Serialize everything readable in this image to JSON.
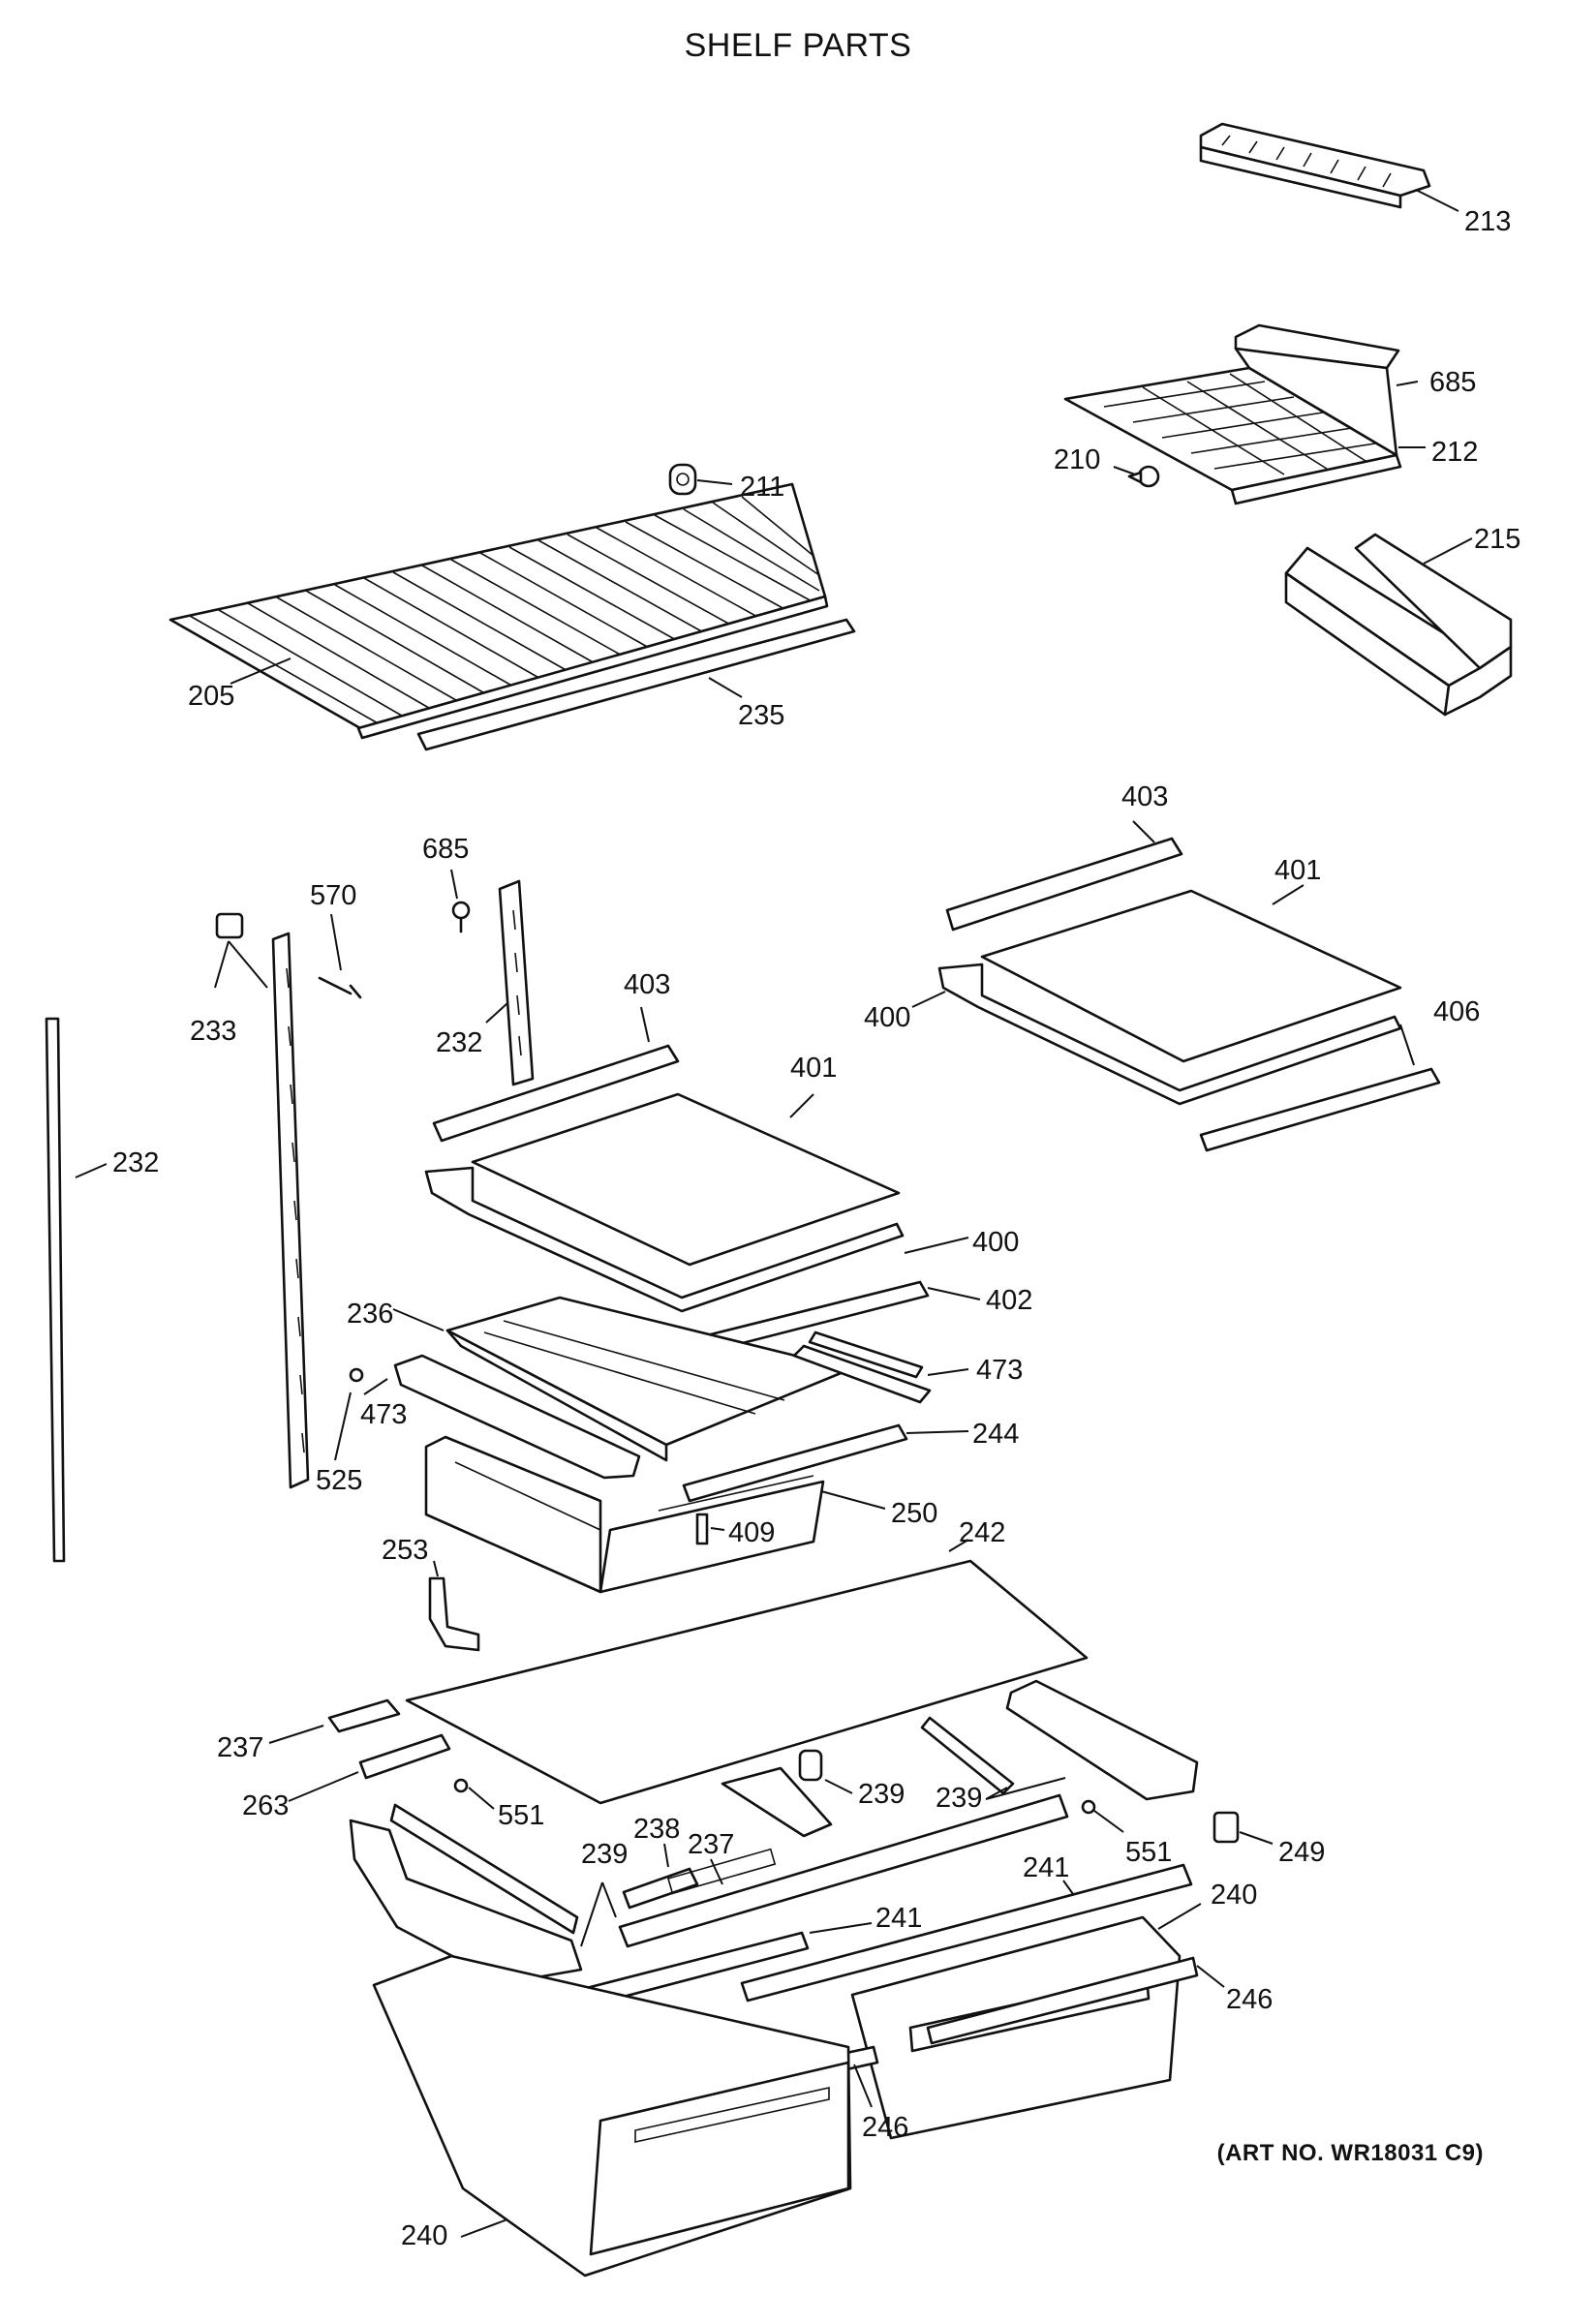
{
  "title": "SHELF PARTS",
  "art_number": "(ART NO. WR18031 C9)",
  "callouts": [
    {
      "id": "c213",
      "text": "213"
    },
    {
      "id": "c685a",
      "text": "685"
    },
    {
      "id": "c212",
      "text": "212"
    },
    {
      "id": "c210",
      "text": "210"
    },
    {
      "id": "c211",
      "text": "211"
    },
    {
      "id": "c215",
      "text": "215"
    },
    {
      "id": "c205",
      "text": "205"
    },
    {
      "id": "c235",
      "text": "235"
    },
    {
      "id": "c403a",
      "text": "403"
    },
    {
      "id": "c401a",
      "text": "401"
    },
    {
      "id": "c400a",
      "text": "400"
    },
    {
      "id": "c406",
      "text": "406"
    },
    {
      "id": "c685b",
      "text": "685"
    },
    {
      "id": "c570",
      "text": "570"
    },
    {
      "id": "c233",
      "text": "233"
    },
    {
      "id": "c232a",
      "text": "232"
    },
    {
      "id": "c403b",
      "text": "403"
    },
    {
      "id": "c401b",
      "text": "401"
    },
    {
      "id": "c232b",
      "text": "232"
    },
    {
      "id": "c400b",
      "text": "400"
    },
    {
      "id": "c402",
      "text": "402"
    },
    {
      "id": "c236",
      "text": "236"
    },
    {
      "id": "c473a",
      "text": "473"
    },
    {
      "id": "c473b",
      "text": "473"
    },
    {
      "id": "c244",
      "text": "244"
    },
    {
      "id": "c525",
      "text": "525"
    },
    {
      "id": "c250",
      "text": "250"
    },
    {
      "id": "c409",
      "text": "409"
    },
    {
      "id": "c253",
      "text": "253"
    },
    {
      "id": "c242",
      "text": "242"
    },
    {
      "id": "c237a",
      "text": "237"
    },
    {
      "id": "c263",
      "text": "263"
    },
    {
      "id": "c551a",
      "text": "551"
    },
    {
      "id": "c239a",
      "text": "239"
    },
    {
      "id": "c239b",
      "text": "239"
    },
    {
      "id": "c551b",
      "text": "551"
    },
    {
      "id": "c249",
      "text": "249"
    },
    {
      "id": "c238",
      "text": "238"
    },
    {
      "id": "c237b",
      "text": "237"
    },
    {
      "id": "c239c",
      "text": "239"
    },
    {
      "id": "c241a",
      "text": "241"
    },
    {
      "id": "c240a",
      "text": "240"
    },
    {
      "id": "c241b",
      "text": "241"
    },
    {
      "id": "c246a",
      "text": "246"
    },
    {
      "id": "c246b",
      "text": "246"
    },
    {
      "id": "c240b",
      "text": "240"
    }
  ]
}
